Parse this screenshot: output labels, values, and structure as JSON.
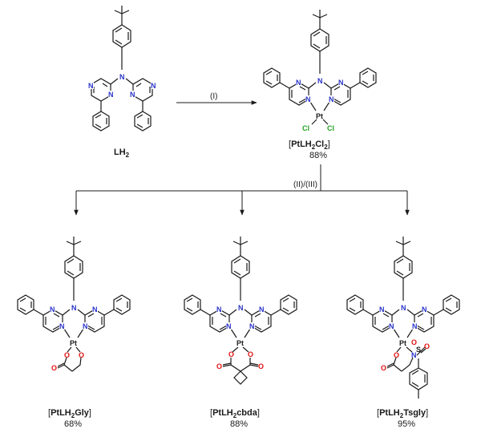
{
  "reactant": {
    "name": "LH",
    "sub": "2"
  },
  "product_main": {
    "open": "[",
    "pre": "PtLH",
    "sub": "2",
    "post": "Cl",
    "sub2": "2",
    "close": "]",
    "yield": "88%"
  },
  "conditions": {
    "step1": "(I)",
    "step2": "(II)/(III)"
  },
  "products": [
    {
      "open": "[",
      "pre": "PtLH",
      "sub": "2",
      "post": "Gly",
      "close": "]",
      "yield": "68%"
    },
    {
      "open": "[",
      "pre": "PtLH",
      "sub": "",
      "post": "",
      "name_full": "PtLH2cbda",
      "close": "]",
      "yield": "88%"
    },
    {
      "open": "[",
      "pre": "PtLH",
      "sub": "2",
      "post": "Tsgly",
      "close": "]",
      "yield": "95%"
    }
  ],
  "labels": {
    "cbda_pre": "PtLH",
    "cbda_sub": "2",
    "cbda_post": "cbda"
  },
  "atoms": {
    "N": "N",
    "O": "O",
    "Cl": "Cl",
    "Pt": "Pt",
    "S": "S"
  },
  "colors": {
    "nitrogen": "#2a33c8",
    "oxygen": "#e01010",
    "chlorine": "#22a022",
    "bond": "#1a1a1a"
  }
}
